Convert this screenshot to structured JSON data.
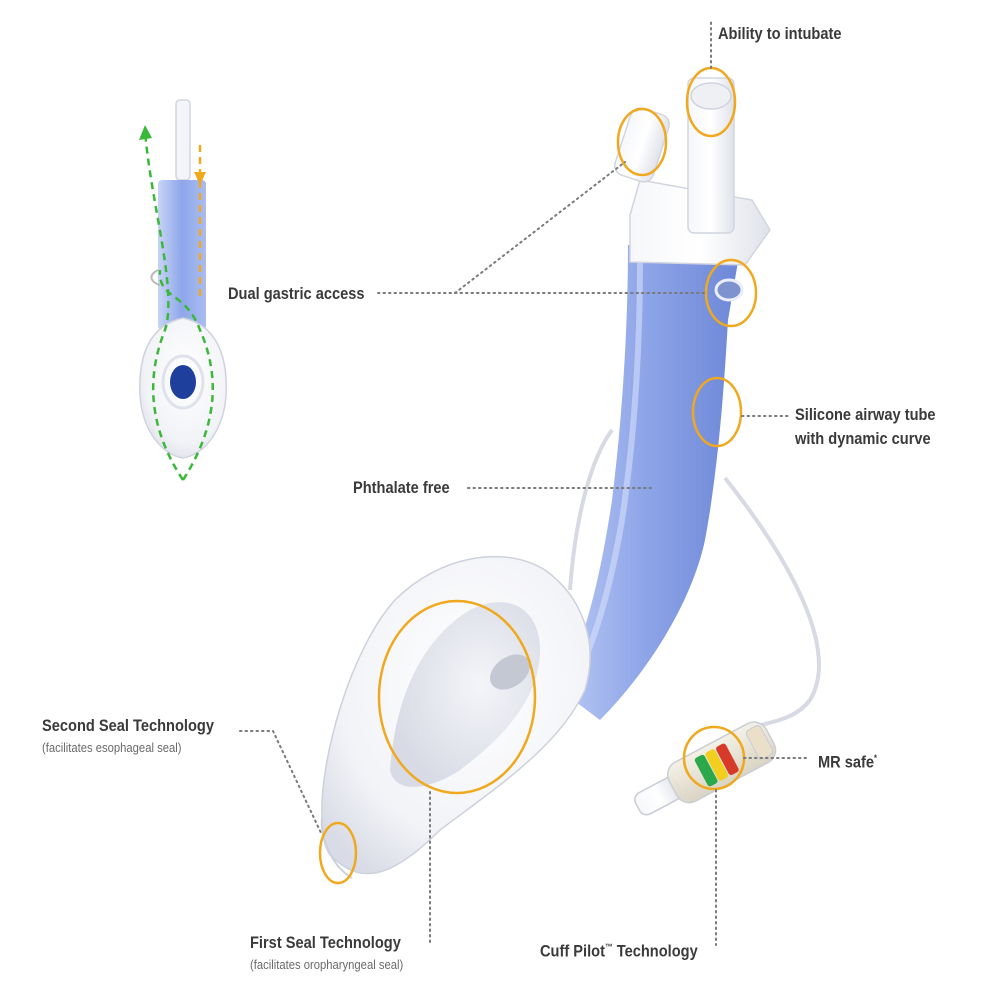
{
  "labels": {
    "ability_to_intubate": "Ability to intubate",
    "dual_gastric_access": "Dual gastric access",
    "silicone_airway_tube_line1": "Silicone airway tube",
    "silicone_airway_tube_line2": "with dynamic curve",
    "phthalate_free": "Phthalate free",
    "second_seal_title": "Second Seal Technology",
    "second_seal_note": "(facilitates esophageal seal)",
    "mr_safe": "MR safe",
    "mr_safe_mark": "*",
    "first_seal_title": "First Seal Technology",
    "first_seal_note": "(facilitates oropharyngeal seal)",
    "cuff_pilot_name": "Cuff Pilot",
    "cuff_pilot_tm": "™",
    "cuff_pilot_suffix": " Technology"
  },
  "colors": {
    "highlight_ring": "#F0A81E",
    "airway_blue": "#8FA6E8",
    "gastric_flow_arrow": "#3BB83A",
    "airflow_arrow": "#F0A81E",
    "label_text": "#3a3a3a",
    "note_text": "#6a6a6a"
  }
}
